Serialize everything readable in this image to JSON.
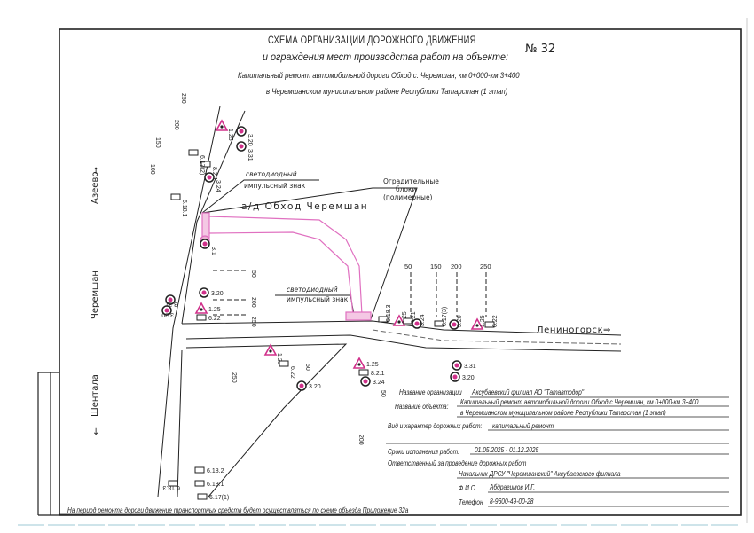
{
  "header": {
    "title": "СХЕМА ОРГАНИЗАЦИИ ДОРОЖНОГО ДВИЖЕНИЯ",
    "subtitle": "и ограждения мест производства работ на объекте:",
    "number": "№ 32",
    "object_line1": "Капитальный ремонт автомобильной дороги Обход с. Черемшан, км 0+000-км 3+400",
    "object_line2": "в Черемшанском муниципальном районе Республики Татарстан (1 этап)"
  },
  "map": {
    "road_name": "а/д Обход Черемшан",
    "led_sign_label_1": [
      "светодиодный",
      "импульсный знак"
    ],
    "led_sign_label_2": [
      "светодиодный",
      "импульсный знак"
    ],
    "barrier_label": [
      "Оградительные",
      "блоки",
      "(полимерные)"
    ],
    "directions": {
      "north": "Азеево",
      "west": "Черемшан",
      "south": "Шентала",
      "east": "Лениногорск"
    },
    "distances": [
      "50",
      "150",
      "200",
      "250"
    ],
    "signs": [
      "3.20",
      "3.31",
      "1.25",
      "8.2.1",
      "3.24",
      "6.17(2)",
      "6.18.1",
      "3.1",
      "3.20",
      "1.25",
      "6.22",
      "3.31",
      "3.20",
      "6.18.3",
      "1.25",
      "8.21",
      "3.24",
      "6.17(3)",
      "3.20",
      "1.25",
      "6.22",
      "3.31",
      "3.20",
      "1.25",
      "8.2.1",
      "3.24",
      "1.25",
      "6.22",
      "3.20",
      "6.18.2",
      "6.18.1",
      "6.17(1)",
      "6.18.3"
    ],
    "side_distances": [
      "250",
      "200",
      "150",
      "100",
      "50",
      "200",
      "250",
      "50",
      "250",
      "50",
      "200"
    ]
  },
  "info_table": {
    "org_label": "Название организации",
    "org_value": "Аксубаевский филиал АО \"Татавтодор\"",
    "object_label": "Название объекта:",
    "object_value1": "Капитальный ремонт автомобильной дороги Обход с.Черемшан, км 0+000-км 3+400",
    "object_value2": "в Черемшанском муниципальном районе Республики Татарстан (1 этап)",
    "work_type_label": "Вид и характер дорожных работ:",
    "work_type_value": "капитальный ремонт",
    "period_label": "Сроки исполнения работ:",
    "period_value": "01.05.2025 - 01.12.2025",
    "responsible_label": "Ответственный за проведение дорожных работ",
    "position_value": "Начальник ДРСУ \"Черемшанский\" Аксубаевского филиала",
    "fio_label": "Ф.И.О.",
    "fio_value": "Абдрагимов И.Г.",
    "phone_label": "Телефон",
    "phone_value": "8-9600-49-00-28"
  },
  "footer_note": "На период ремонта дороги движение транспортных средств будет осуществляться  по схеме объезда   Приложение    32а",
  "colors": {
    "line": "#222222",
    "pink": "#e070c0",
    "sign_red": "#d0308a",
    "frame_shadow": "#7ab8c8"
  }
}
